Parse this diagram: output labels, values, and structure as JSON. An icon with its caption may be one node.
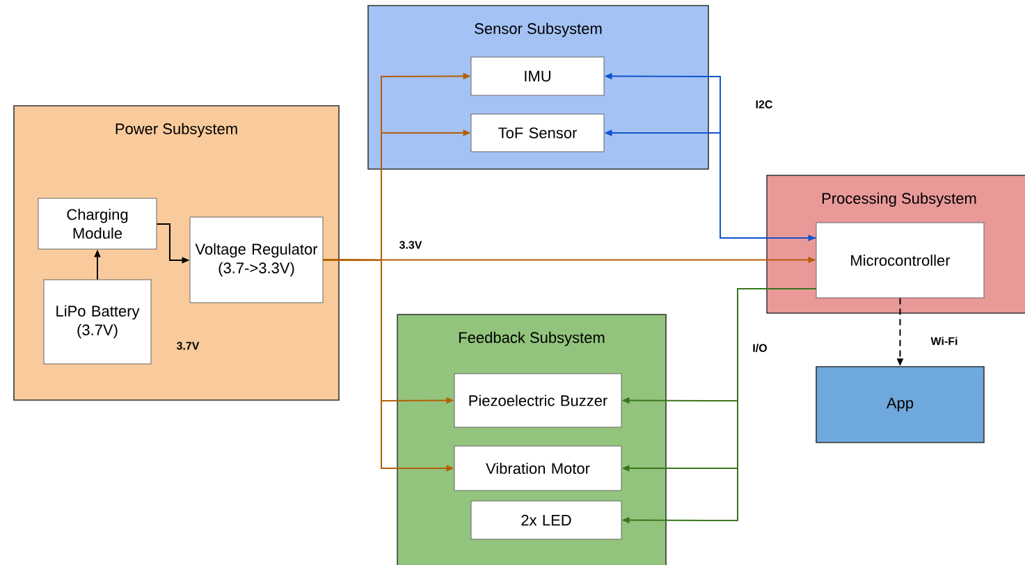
{
  "diagram": {
    "nodes": [
      {
        "text": [
          "Power Subsystem"
        ]
      },
      {
        "text": [
          "Charging Module"
        ],
        "in": 0
      },
      {
        "text": [
          "LiPo Battery (3.7V)"
        ],
        "in": 0,
        "beside": [
          "3.7V"
        ]
      },
      {
        "text": [
          "Voltage Regulator (3.7->3.3V)"
        ],
        "in": 0
      },
      {
        "text": [
          "Sensor Subsystem"
        ]
      },
      {
        "text": [
          "IMU"
        ],
        "in": 4
      },
      {
        "text": [
          "ToF Sensor"
        ],
        "in": 4
      },
      {
        "text": [
          "Processing Subsystem"
        ]
      },
      {
        "text": [
          "Microcontroller"
        ],
        "in": 7
      },
      {
        "text": [
          "Feedback Subsystem"
        ]
      },
      {
        "text": [
          "Piezoelectric Buzzer"
        ],
        "in": 9
      },
      {
        "text": [
          "Vibration Motor"
        ],
        "in": 9
      },
      {
        "text": [
          "2x LED"
        ],
        "in": 9
      },
      {
        "text": [
          "App"
        ]
      }
    ],
    "edges": [
      {
        "from": 2,
        "to": 1,
        "arrow": "to",
        "color": "#000000"
      },
      {
        "from": 1,
        "to": 3,
        "arrow": "to",
        "color": "#000000"
      },
      {
        "from": 3,
        "to": 5,
        "arrow": "to",
        "color": "#b45f06"
      },
      {
        "from": 3,
        "to": 6,
        "arrow": "to",
        "color": "#b45f06"
      },
      {
        "from": 3,
        "to": 8,
        "arrow": "to",
        "label": "3.3V",
        "color": "#b45f06"
      },
      {
        "from": 3,
        "to": 10,
        "arrow": "to",
        "color": "#b45f06"
      },
      {
        "from": 3,
        "to": 11,
        "arrow": "to",
        "color": "#b45f06"
      },
      {
        "from": 8,
        "to": 5,
        "arrow": "both",
        "label": "I2C",
        "color": "#1155cc"
      },
      {
        "from": 8,
        "to": 6,
        "arrow": "to",
        "color": "#1155cc"
      },
      {
        "from": 8,
        "to": 10,
        "arrow": "to",
        "label": "I/O",
        "color": "#38761d"
      },
      {
        "from": 8,
        "to": 11,
        "arrow": "to",
        "color": "#38761d"
      },
      {
        "from": 8,
        "to": 12,
        "arrow": "to",
        "color": "#38761d"
      },
      {
        "from": 8,
        "to": 13,
        "arrow": "to",
        "style": "dashed",
        "label": "Wi-Fi",
        "color": "#000000"
      }
    ]
  }
}
